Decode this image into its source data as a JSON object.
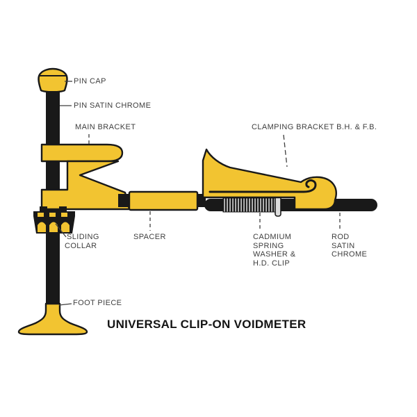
{
  "diagram": {
    "title": "UNIVERSAL CLIP-ON VOIDMETER",
    "labels": {
      "pin_cap": "PIN CAP",
      "pin_satin_chrome": "PIN SATIN CHROME",
      "main_bracket": "MAIN BRACKET",
      "clamping_bracket": "CLAMPING BRACKET B.H. & F.B.",
      "sliding_collar": [
        "SLIDING",
        "COLLAR"
      ],
      "spacer": "SPACER",
      "cadmium_spring": [
        "CADMIUM",
        "SPRING",
        "WASHER &",
        "H.D. CLIP"
      ],
      "rod_satin_chrome": [
        "ROD",
        "SATIN",
        "CHROME"
      ],
      "foot_piece": "FOOT PIECE"
    },
    "colors": {
      "part_yellow": "#F2C431",
      "ink": "#191919",
      "washer_grey": "#DEDEDE",
      "label_text": "#3E3E3E",
      "title_text": "#141414",
      "background": "#FFFFFF"
    }
  }
}
